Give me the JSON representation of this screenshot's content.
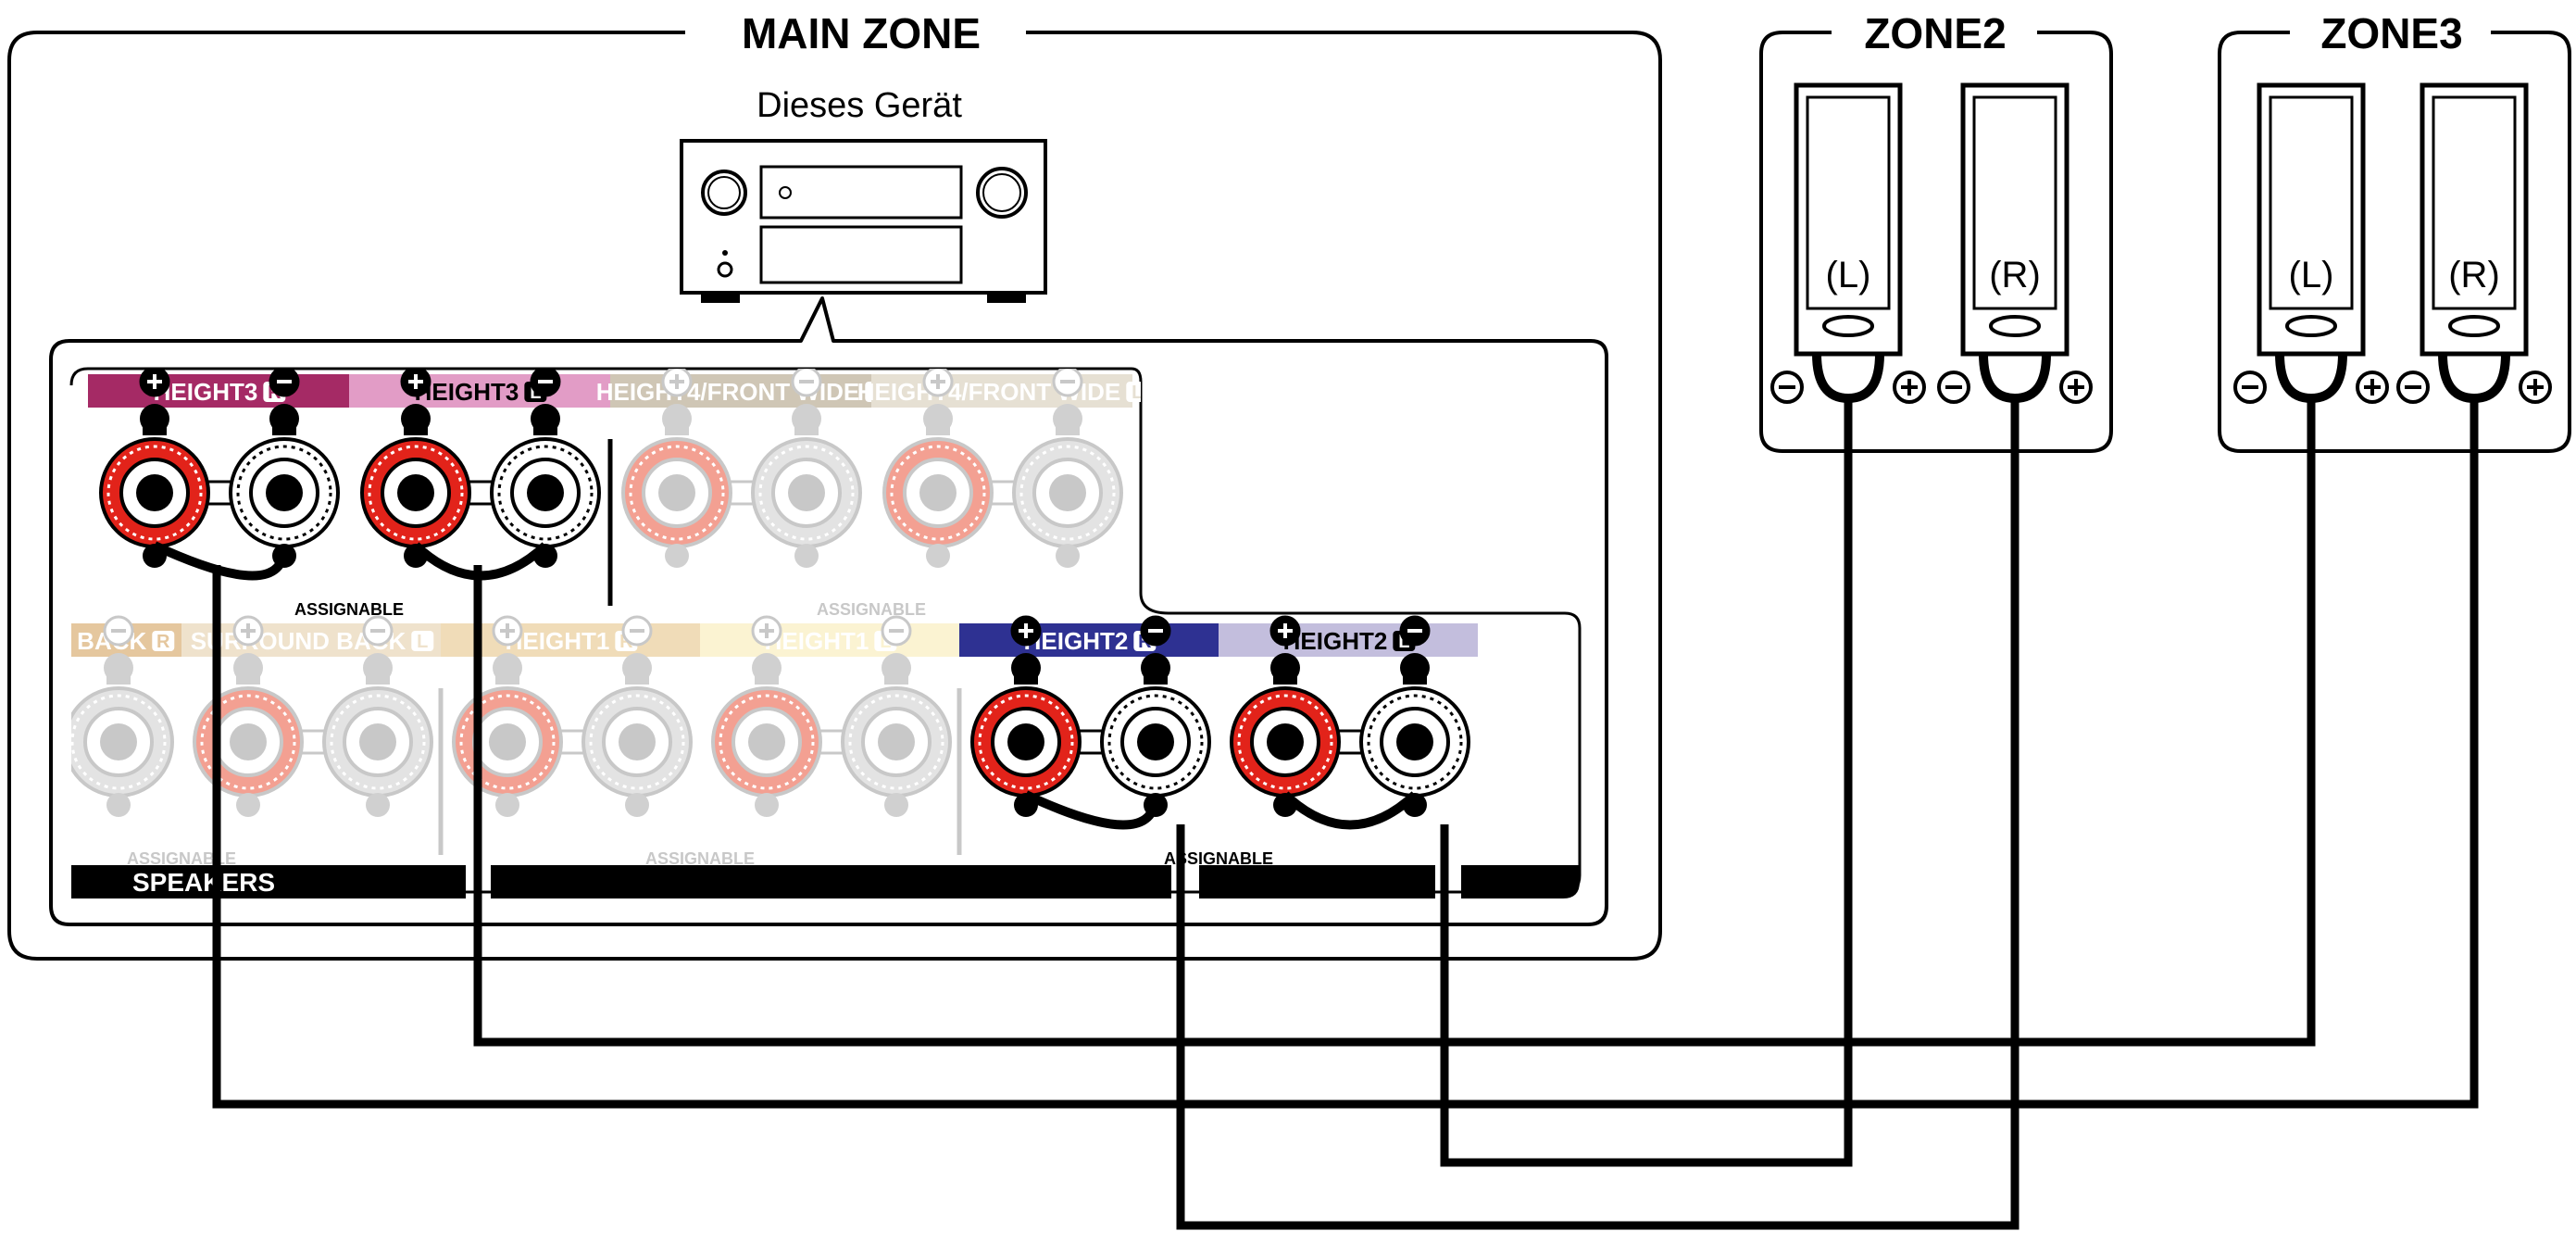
{
  "main_zone": {
    "title": "MAIN ZONE",
    "device_label": "Dieses Gerät",
    "speakers_label": "SPEAKERS",
    "assignable_label": "ASSIGNABLE"
  },
  "zone2": {
    "title": "ZONE2",
    "left_label": "(L)",
    "right_label": "(R)"
  },
  "zone3": {
    "title": "ZONE3",
    "left_label": "(L)",
    "right_label": "(R)"
  },
  "top_row_terminals": [
    {
      "label": "HEIGHT3",
      "channel": "R",
      "color": "#a52a65",
      "text_color": "#ffffff",
      "active": true
    },
    {
      "label": "HEIGHT3",
      "channel": "L",
      "color": "#e29cc6",
      "text_color": "#000000",
      "active": true
    },
    {
      "label": "HEIGHT4/FRONT WIDE",
      "channel": "R",
      "color": "#cfc6b5",
      "text_color": "#ffffff",
      "active": false
    },
    {
      "label": "HEIGHT4/FRONT WIDE",
      "channel": "L",
      "color": "#e6e0d3",
      "text_color": "#ffffff",
      "active": false
    }
  ],
  "bottom_row_terminals": [
    {
      "label": "SURROUND BACK",
      "channel": "R",
      "color": "#e5c79e",
      "text_color": "#ffffff",
      "active": false
    },
    {
      "label": "SURROUND BACK",
      "channel": "L",
      "color": "#efe2cc",
      "text_color": "#ffffff",
      "active": false
    },
    {
      "label": "HEIGHT1",
      "channel": "R",
      "color": "#f0dcb8",
      "text_color": "#ffffff",
      "active": false
    },
    {
      "label": "HEIGHT1",
      "channel": "L",
      "color": "#fbf3d2",
      "text_color": "#ffffff",
      "active": false
    },
    {
      "label": "HEIGHT2",
      "channel": "R",
      "color": "#2e3192",
      "text_color": "#ffffff",
      "active": true
    },
    {
      "label": "HEIGHT2",
      "channel": "L",
      "color": "#c3bedd",
      "text_color": "#000000",
      "active": true
    }
  ],
  "colors": {
    "positive_terminal": "#e2231a",
    "negative_terminal": "#ffffff",
    "inactive_positive": "#f3a092",
    "inactive_negative": "#e3e3e3",
    "wire": "#000000"
  }
}
